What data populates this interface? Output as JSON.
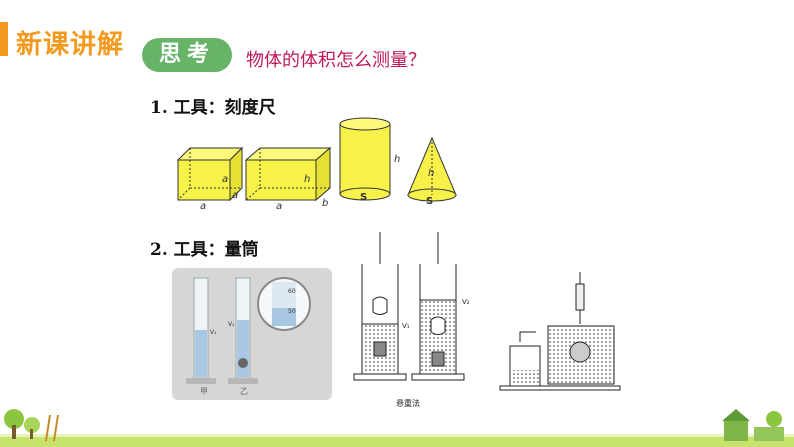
{
  "header": {
    "title": "新课讲解"
  },
  "badge": {
    "label": "思考"
  },
  "question": "物体的体积怎么测量？",
  "tool1": {
    "label": "1. 工具：刻度尺"
  },
  "tool2": {
    "label": "2. 工具：量筒"
  },
  "shape_labels": {
    "a": "a",
    "b": "b",
    "h": "h",
    "s": "S"
  },
  "photo": {
    "scale_60": "60",
    "scale_50": "50",
    "v1": "V₁",
    "v2": "V₂",
    "label_left": "甲",
    "label_right": "乙"
  },
  "suspension": {
    "v1": "V₁",
    "v2": "V₂",
    "caption": "悬重法"
  },
  "colors": {
    "accent": "#f39a1e",
    "badge": "#67b468",
    "question": "#c0185c",
    "shape_fill": "#f7f24a"
  }
}
